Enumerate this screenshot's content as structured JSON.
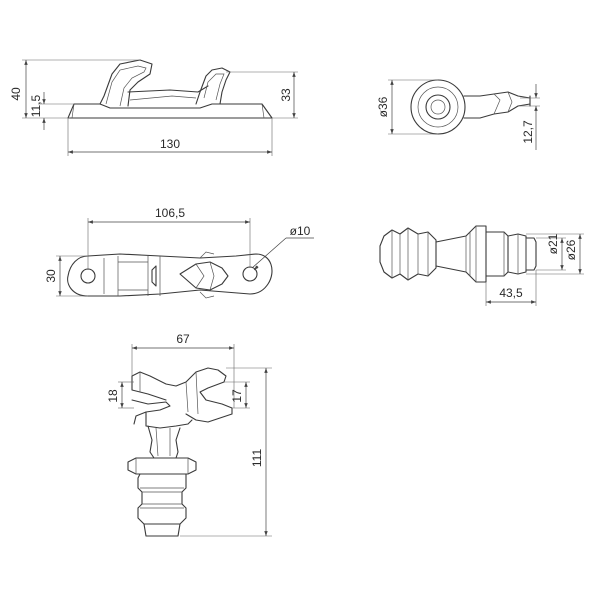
{
  "dimensions": {
    "side_height_total": "40",
    "side_base_thickness": "11,5",
    "side_height_right": "33",
    "side_length": "130",
    "end_diameter": "ø36",
    "end_offset": "12,7",
    "top_hole_spacing": "106,5",
    "top_hole_diameter": "ø10",
    "top_width": "30",
    "stud_inner_diameter": "ø21",
    "stud_outer_diameter": "ø26",
    "stud_length": "43,5",
    "front_width": "67",
    "front_jaw_left": "18",
    "front_jaw_right": "17",
    "front_height": "111"
  }
}
